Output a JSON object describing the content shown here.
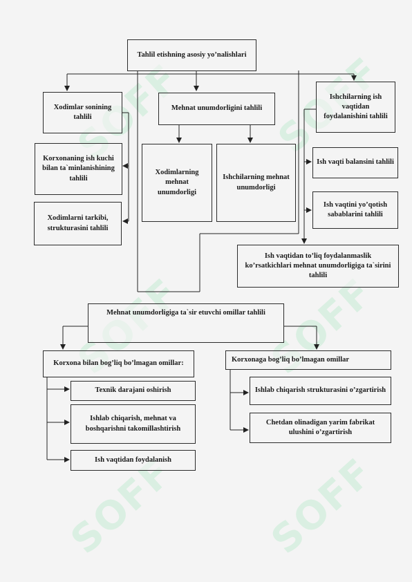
{
  "watermark": "SOFF",
  "boxes": {
    "root": "Tahlil etishning asosiy yo’nalishlari",
    "employees_count": "Xodimlar sonining tahlili",
    "labor_prod": "Mehnat unumdorligini tahlili",
    "worktime_use": "Ishchilarning ish vaqtidan foydalanishini tahlili",
    "workforce_supply": "Korxonaning ish kuchi bilan ta`minlanishining tahlili",
    "emp_prod": "Xodimlarning mehnat unumdorligi",
    "worker_prod": "Ishchilarning mehnat unumdorligi",
    "time_balance": "Ish vaqti balansini tahlili",
    "time_loss": "Ish vaqtini yo’qotish sabablarini tahlili",
    "composition": "Xodimlarni tarkibi, strukturasini tahlili",
    "incomplete_use": "Ish vaqtidan to’liq foydalanmaslik ko’rsatkichlari mehnat unumdorligiga ta`sirini tahlili",
    "factors": "Mehnat unumdorligiga ta`sir etuvchi omillar tahlili",
    "related": "Korxona bilan bog’liq bo’lmagan omillar:",
    "unrelated": "Korxonaga bog’liq bo’lmagan omillar",
    "tech_level": "Texnik darajani oshirish",
    "production_org": "Ishlab chiqarish, mehnat va boshqarishni takomillashtirish",
    "worktime_usage": "Ish vaqtidan foydalanish",
    "prod_structure": "Ishlab chiqarish strukturasini o’zgartirish",
    "semi_products": "Chetdan olinadigan yarim fabrikat ulushini o’zgartirish"
  }
}
